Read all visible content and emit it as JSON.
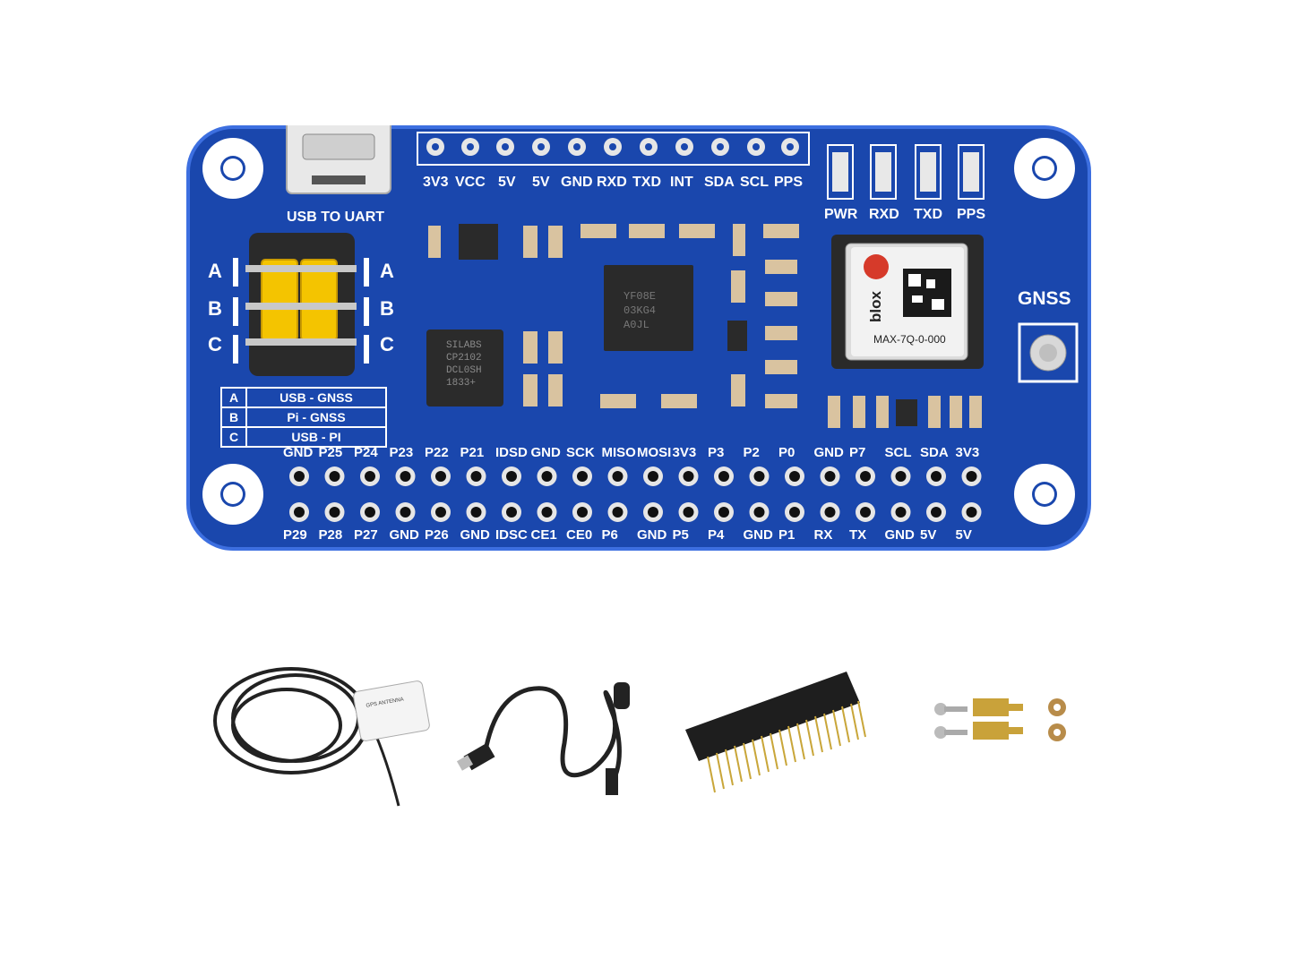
{
  "board": {
    "top_header_labels": [
      "3V3",
      "VCC",
      "5V",
      "5V",
      "GND",
      "RXD",
      "TXD",
      "INT",
      "SDA",
      "SCL",
      "PPS"
    ],
    "usb_label": "USB TO UART",
    "led_labels": [
      "PWR",
      "RXD",
      "TXD",
      "PPS"
    ],
    "jumper_rows": [
      "A",
      "B",
      "C"
    ],
    "legend": [
      {
        "key": "A",
        "value": "USB - GNSS"
      },
      {
        "key": "B",
        "value": "Pi - GNSS"
      },
      {
        "key": "C",
        "value": "USB - PI"
      }
    ],
    "gnss_label": "GNSS",
    "module_brand": "blox",
    "module_model": "MAX-7Q-0-000",
    "pins_top": [
      "GND",
      "P25",
      "P24",
      "P23",
      "P22",
      "P21",
      "IDSD",
      "GND",
      "SCK",
      "MISO",
      "MOSI",
      "3V3",
      "P3",
      "P2",
      "P0",
      "GND",
      "P7",
      "SCL",
      "SDA",
      "3V3"
    ],
    "pins_bottom": [
      "P29",
      "P28",
      "P27",
      "GND",
      "P26",
      "GND",
      "IDSC",
      "CE1",
      "CE0",
      "P6",
      "GND",
      "P5",
      "P4",
      "GND",
      "P1",
      "RX",
      "TX",
      "GND",
      "5V",
      "5V"
    ]
  },
  "colors": {
    "pcb": "#1d4fb5",
    "pcb_edge": "#3a6fe0",
    "silk": "#ffffff",
    "jumper": "#f4c400"
  },
  "accessories": [
    "gps-antenna",
    "usb-cable",
    "pin-header",
    "standoffs-screws"
  ]
}
